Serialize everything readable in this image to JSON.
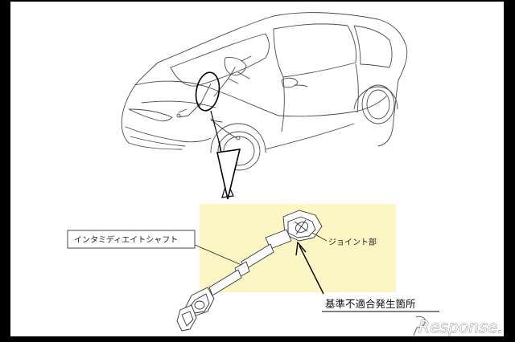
{
  "labels": {
    "shaft": "インタミディエイトシャフト",
    "joint": "ジョイント部",
    "defect": "基準不適合発生箇所"
  },
  "watermark": "Response.",
  "colors": {
    "background": "#000000",
    "page": "#ffffff",
    "highlight": "#fbf6c4",
    "line": "#333333"
  }
}
